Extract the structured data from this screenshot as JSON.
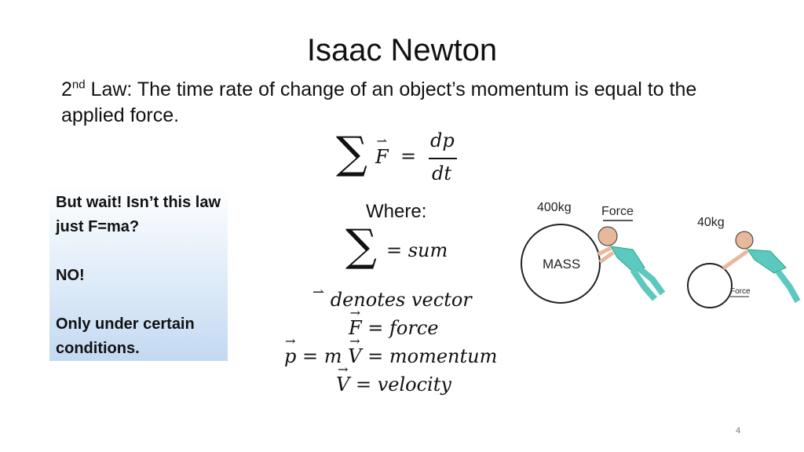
{
  "slide": {
    "title": "Isaac Newton",
    "law_prefix": "2",
    "law_sup": "nd",
    "law_text": " Law:  The time rate of change of an object’s momentum is equal to the applied force.",
    "page_number": "4"
  },
  "equation": {
    "sigma": "∑",
    "F": "F",
    "equals": "=",
    "numerator": "dp",
    "denominator": "dt"
  },
  "callout": {
    "line1": "But wait!   Isn’t this law just F=ma?",
    "line2": "NO!",
    "line3": "Only under certain conditions."
  },
  "definitions": {
    "where_label": "Where:",
    "sum_def": "= sum",
    "vector_def": "denotes vector",
    "force_def": "= force",
    "momentum_p": "p",
    "momentum_mid": "= m",
    "momentum_def": "= momentum",
    "velocity_def": "= velocity",
    "F_sym": "F",
    "V_sym": "V"
  },
  "figure": {
    "left_mass_label": "400kg",
    "left_force_label": "Force",
    "ball_label": "MASS",
    "right_mass_label": "40kg",
    "right_force_label": "Force"
  }
}
